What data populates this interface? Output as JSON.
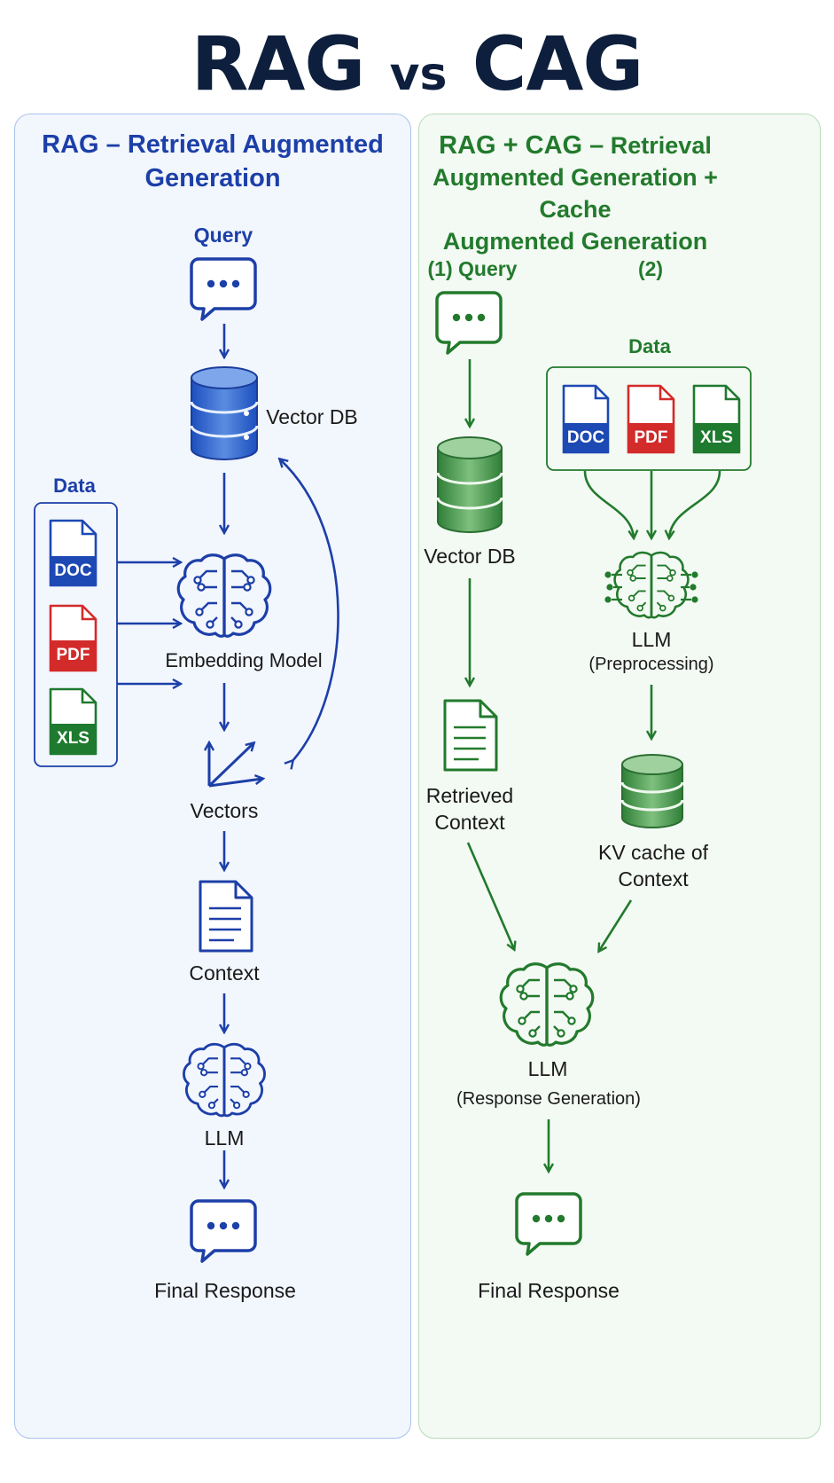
{
  "title": {
    "main": "RAG",
    "vs": "vs",
    "second": "CAG"
  },
  "rag": {
    "title_line1": "RAG – Retrieval Augmented",
    "title_line2": "Generation",
    "query": "Query",
    "vector_db": "Vector DB",
    "data": "Data",
    "doc": "DOC",
    "pdf": "PDF",
    "xls": "XLS",
    "embedding_model": "Embedding Model",
    "vectors": "Vectors",
    "context": "Context",
    "llm": "LLM",
    "final_response": "Final Response"
  },
  "cag": {
    "title_line1_bold": "RAG + CAG –",
    "title_line1_rest": "Retrieval",
    "title_line2": "Augmented Generation + Cache",
    "title_line3": "Augmented Generation",
    "query": "(1) Query",
    "step2": "(2)",
    "data": "Data",
    "doc": "DOC",
    "pdf": "PDF",
    "xls": "XLS",
    "vector_db": "Vector DB",
    "llm_pre": "LLM",
    "llm_pre_sub": "(Preprocessing)",
    "retrieved_context_line1": "Retrieved",
    "retrieved_context_line2": "Context",
    "kv_cache_line1": "KV cache of",
    "kv_cache_line2": "Context",
    "llm_gen": "LLM",
    "llm_gen_sub": "(Response Generation)",
    "final_response": "Final Response"
  },
  "colors": {
    "rag_blue": "#1c3fa8",
    "cag_green": "#227a2c",
    "doc_blue": "#1d49b5",
    "pdf_red": "#d32a2a",
    "xls_green": "#1e7a2e",
    "title_navy": "#0d1f3c"
  },
  "icons": [
    "chat-bubble-icon",
    "database-icon",
    "brain-circuit-icon",
    "document-icon",
    "vector-axes-icon",
    "file-icon"
  ]
}
